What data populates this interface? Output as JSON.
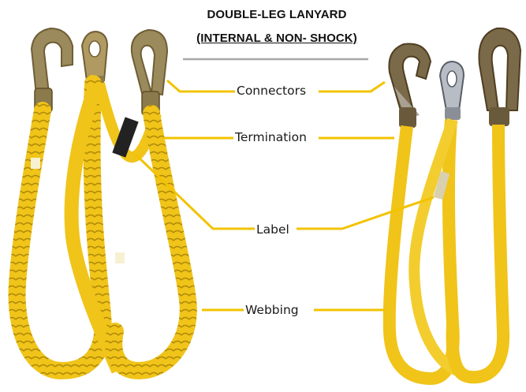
{
  "title": {
    "line1": "DOUBLE-LEG LANYARD",
    "line2": "(INTERNAL & NON- SHOCK)"
  },
  "callouts": {
    "connectors": "Connectors",
    "termination": "Termination",
    "label": "Label",
    "webbing": "Webbing"
  },
  "colors": {
    "webbing": "#f0c419",
    "webbing_shade": "#c9a10e",
    "hook_metal": "#9a8a5c",
    "hook_dark": "#6f5e36",
    "callout_line": "#f2c300",
    "divider": "#a8a8a8"
  }
}
